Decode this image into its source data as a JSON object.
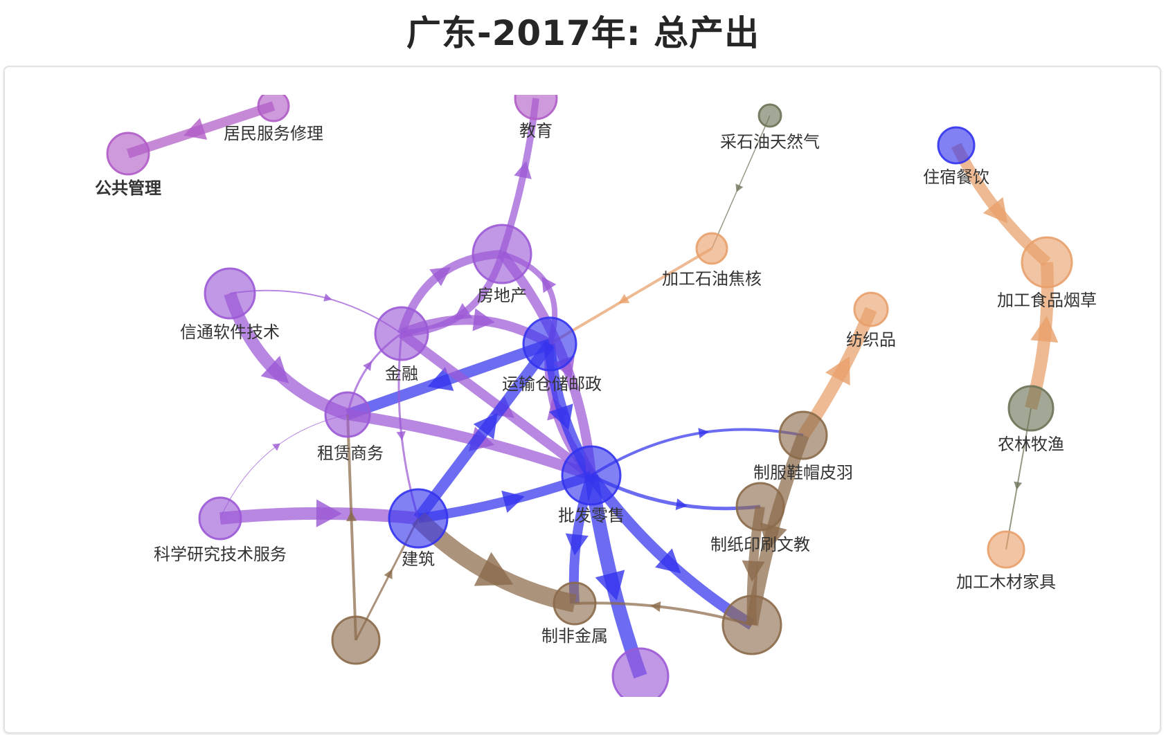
{
  "title": "广东-2017年: 总产出",
  "colors": {
    "purple": "#9b59d6",
    "violet": "#b05cc6",
    "blue": "#3333ee",
    "orange": "#e8a06a",
    "brown": "#8b6a4a",
    "olive": "#6b7356"
  },
  "nodes": [
    {
      "id": "gongguan",
      "label": "公共管理",
      "color": "violet",
      "bold": true
    },
    {
      "id": "jumin",
      "label": "居民服务修理",
      "color": "violet"
    },
    {
      "id": "jiaoyu",
      "label": "教育",
      "color": "violet"
    },
    {
      "id": "caishi",
      "label": "采石油天然气",
      "color": "olive"
    },
    {
      "id": "zhusu",
      "label": "住宿餐饮",
      "color": "blue"
    },
    {
      "id": "fangdichan",
      "label": "房地产",
      "color": "purple"
    },
    {
      "id": "jiagongshiyou",
      "label": "加工石油焦核",
      "color": "orange"
    },
    {
      "id": "jiagongshipin",
      "label": "加工食品烟草",
      "color": "orange"
    },
    {
      "id": "xintong",
      "label": "信通软件技术",
      "color": "purple"
    },
    {
      "id": "fangzhi",
      "label": "纺织品",
      "color": "orange"
    },
    {
      "id": "jinrong",
      "label": "金融",
      "color": "purple"
    },
    {
      "id": "yunshu",
      "label": "运输仓储邮政",
      "color": "blue"
    },
    {
      "id": "nonglin",
      "label": "农林牧渔",
      "color": "olive"
    },
    {
      "id": "zulin",
      "label": "租赁商务",
      "color": "purple"
    },
    {
      "id": "zhifu",
      "label": "制服鞋帽皮羽",
      "color": "brown"
    },
    {
      "id": "pifa",
      "label": "批发零售",
      "color": "blue"
    },
    {
      "id": "zhizhi",
      "label": "制纸印刷文教",
      "color": "brown"
    },
    {
      "id": "kexue",
      "label": "科学研究技术服务",
      "color": "purple"
    },
    {
      "id": "jianzhu",
      "label": "建筑",
      "color": "blue"
    },
    {
      "id": "jiagongmucai",
      "label": "加工木材家具",
      "color": "orange"
    },
    {
      "id": "zhifeijinshu",
      "label": "制非金属",
      "color": "brown"
    },
    {
      "id": "bottom_left",
      "label": "",
      "color": "brown"
    },
    {
      "id": "bottom_right",
      "label": "",
      "color": "brown"
    },
    {
      "id": "bottom_mid",
      "label": "",
      "color": "purple"
    }
  ],
  "edges": [
    {
      "from": "jumin",
      "to": "gongguan",
      "color": "violet",
      "w": 14
    },
    {
      "from": "fangdichan",
      "to": "jiaoyu",
      "color": "purple",
      "w": 10
    },
    {
      "from": "caishi",
      "to": "jiagongshiyou",
      "color": "olive",
      "w": 1.5
    },
    {
      "from": "zhusu",
      "to": "jiagongshipin",
      "color": "orange",
      "w": 16
    },
    {
      "from": "nonglin",
      "to": "jiagongshipin",
      "color": "orange",
      "w": 18
    },
    {
      "from": "nonglin",
      "to": "jiagongmucai",
      "color": "olive",
      "w": 2
    },
    {
      "from": "jiagongshiyou",
      "to": "yunshu",
      "color": "orange",
      "w": 4
    },
    {
      "from": "zhifu",
      "to": "fangzhi",
      "color": "orange",
      "w": 18
    },
    {
      "from": "jinrong",
      "to": "fangdichan",
      "color": "purple",
      "w": 12
    },
    {
      "from": "fangdichan",
      "to": "jinrong",
      "color": "purple",
      "w": 10
    },
    {
      "from": "yunshu",
      "to": "fangdichan",
      "color": "purple",
      "w": 8
    },
    {
      "from": "jinrong",
      "to": "yunshu",
      "color": "purple",
      "w": 14
    },
    {
      "from": "yunshu",
      "to": "zulin",
      "color": "blue",
      "w": 16
    },
    {
      "from": "xintong",
      "to": "zulin",
      "color": "purple",
      "w": 18
    },
    {
      "from": "xintong",
      "to": "jinrong",
      "color": "purple",
      "w": 2
    },
    {
      "from": "zulin",
      "to": "pifa",
      "color": "purple",
      "w": 16
    },
    {
      "from": "jinrong",
      "to": "pifa",
      "color": "purple",
      "w": 14
    },
    {
      "from": "pifa",
      "to": "yunshu",
      "color": "purple",
      "w": 14
    },
    {
      "from": "yunshu",
      "to": "pifa",
      "color": "blue",
      "w": 16
    },
    {
      "from": "fangdichan",
      "to": "pifa",
      "color": "purple",
      "w": 14
    },
    {
      "from": "kexue",
      "to": "jianzhu",
      "color": "purple",
      "w": 18
    },
    {
      "from": "jianzhu",
      "to": "pifa",
      "color": "blue",
      "w": 14
    },
    {
      "from": "jianzhu",
      "to": "yunshu",
      "color": "blue",
      "w": 16
    },
    {
      "from": "pifa",
      "to": "zhifu",
      "color": "blue",
      "w": 4
    },
    {
      "from": "pifa",
      "to": "zhizhi",
      "color": "blue",
      "w": 5
    },
    {
      "from": "pifa",
      "to": "bottom_right",
      "color": "blue",
      "w": 16
    },
    {
      "from": "pifa",
      "to": "bottom_mid",
      "color": "blue",
      "w": 20
    },
    {
      "from": "pifa",
      "to": "zhifeijinshu",
      "color": "blue",
      "w": 14
    },
    {
      "from": "jianzhu",
      "to": "zhifeijinshu",
      "color": "brown",
      "w": 26
    },
    {
      "from": "zhifu",
      "to": "bottom_right",
      "color": "brown",
      "w": 18
    },
    {
      "from": "zhizhi",
      "to": "bottom_right",
      "color": "brown",
      "w": 14
    },
    {
      "from": "bottom_right",
      "to": "zhifeijinshu",
      "color": "brown",
      "w": 4
    },
    {
      "from": "bottom_left",
      "to": "zulin",
      "color": "brown",
      "w": 4
    },
    {
      "from": "bottom_left",
      "to": "jianzhu",
      "color": "brown",
      "w": 3
    },
    {
      "from": "kexue",
      "to": "zulin",
      "color": "purple",
      "w": 1
    },
    {
      "from": "jinrong",
      "to": "jianzhu",
      "color": "purple",
      "w": 3
    },
    {
      "from": "zulin",
      "to": "jinrong",
      "color": "purple",
      "w": 3
    }
  ]
}
